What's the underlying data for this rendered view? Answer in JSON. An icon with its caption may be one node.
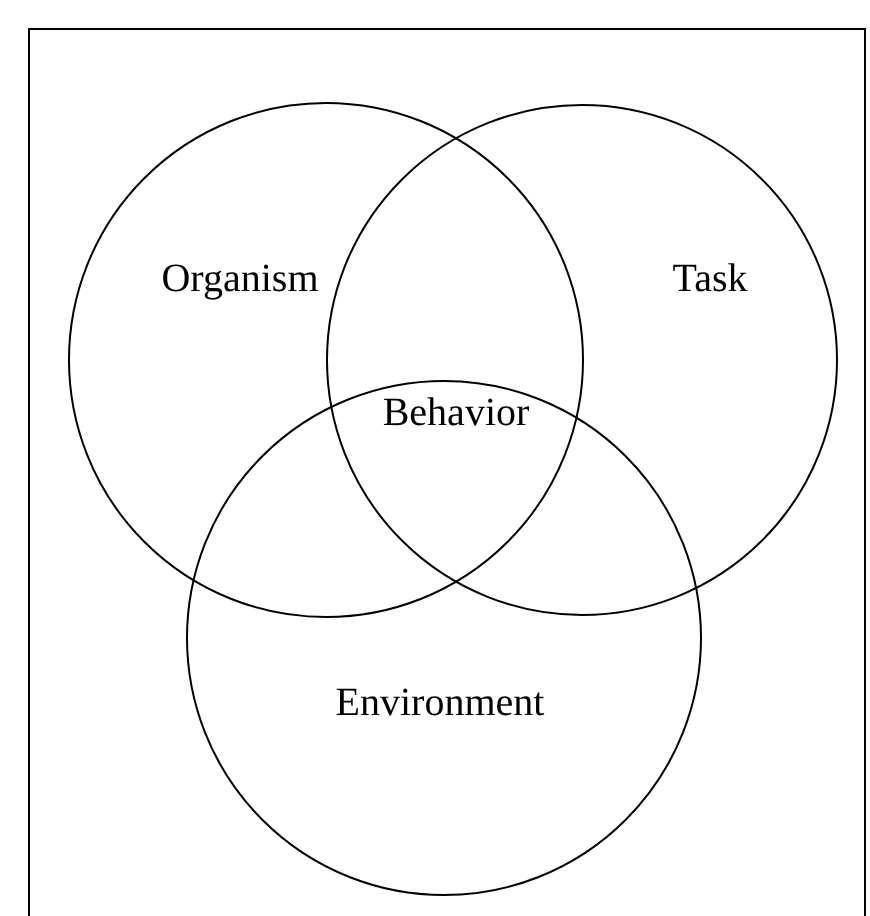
{
  "diagram": {
    "nodes": [
      {
        "text": [
          "Organism"
        ]
      },
      {
        "text": [
          "Task"
        ]
      },
      {
        "text": [
          "Environment"
        ]
      }
    ],
    "labels": [
      "Behavior"
    ]
  }
}
